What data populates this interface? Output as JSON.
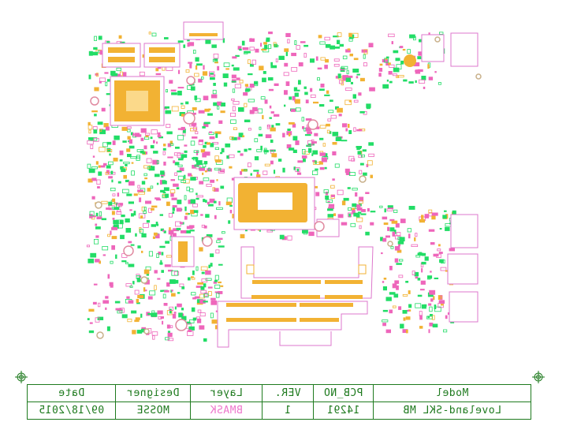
{
  "title_block": {
    "headers": [
      "Model",
      "PCB_NO",
      "VER.",
      "Layer",
      "Designer",
      "Date"
    ],
    "values": [
      "Loveland-SKL MB",
      "14291",
      "1",
      "BMASK",
      "MOSSE",
      "09/18/2015"
    ]
  },
  "colors": {
    "green": "#22dd66",
    "pink": "#ee66bb",
    "gold": "#f2b233",
    "outline": "#dd77cc",
    "table": "#1e7a1e"
  }
}
